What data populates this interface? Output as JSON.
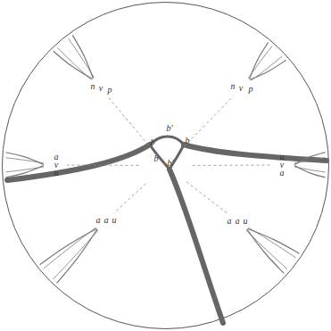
{
  "diagram": {
    "labels": [
      "b'",
      "b'",
      "b",
      "b",
      "b'",
      "n",
      "v",
      "p",
      "n",
      "v",
      "p",
      "u",
      "v",
      "a",
      "a",
      "v",
      "u",
      "a",
      "a",
      "u",
      "a",
      "a",
      "u"
    ]
  }
}
